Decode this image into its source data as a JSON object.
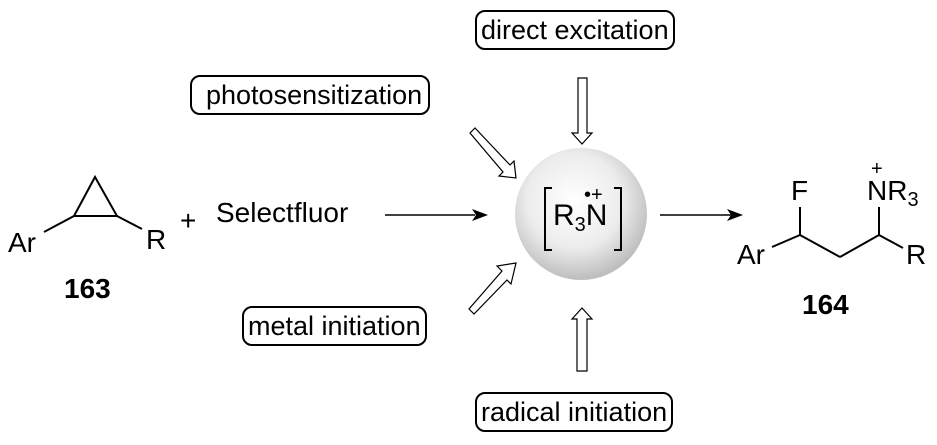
{
  "reactant": {
    "substituent_left": "Ar",
    "substituent_right": "R",
    "compound_number": "163"
  },
  "plus_sign": "+",
  "reagent": "Selectfluor",
  "intermediate": {
    "species_main": "R",
    "species_subscript": "3",
    "species_atom": "N",
    "charge_label": "•+"
  },
  "activation_modes": {
    "top": "direct excitation",
    "upper_left": "photosensitization",
    "lower_left": "metal initiation",
    "bottom": "radical initiation"
  },
  "product": {
    "substituent_left": "Ar",
    "substituent_fluoro": "F",
    "ammonium_atom": "N",
    "ammonium_group": "R",
    "ammonium_subscript": "3",
    "ammonium_charge": "+",
    "substituent_right": "R",
    "compound_number": "164"
  }
}
